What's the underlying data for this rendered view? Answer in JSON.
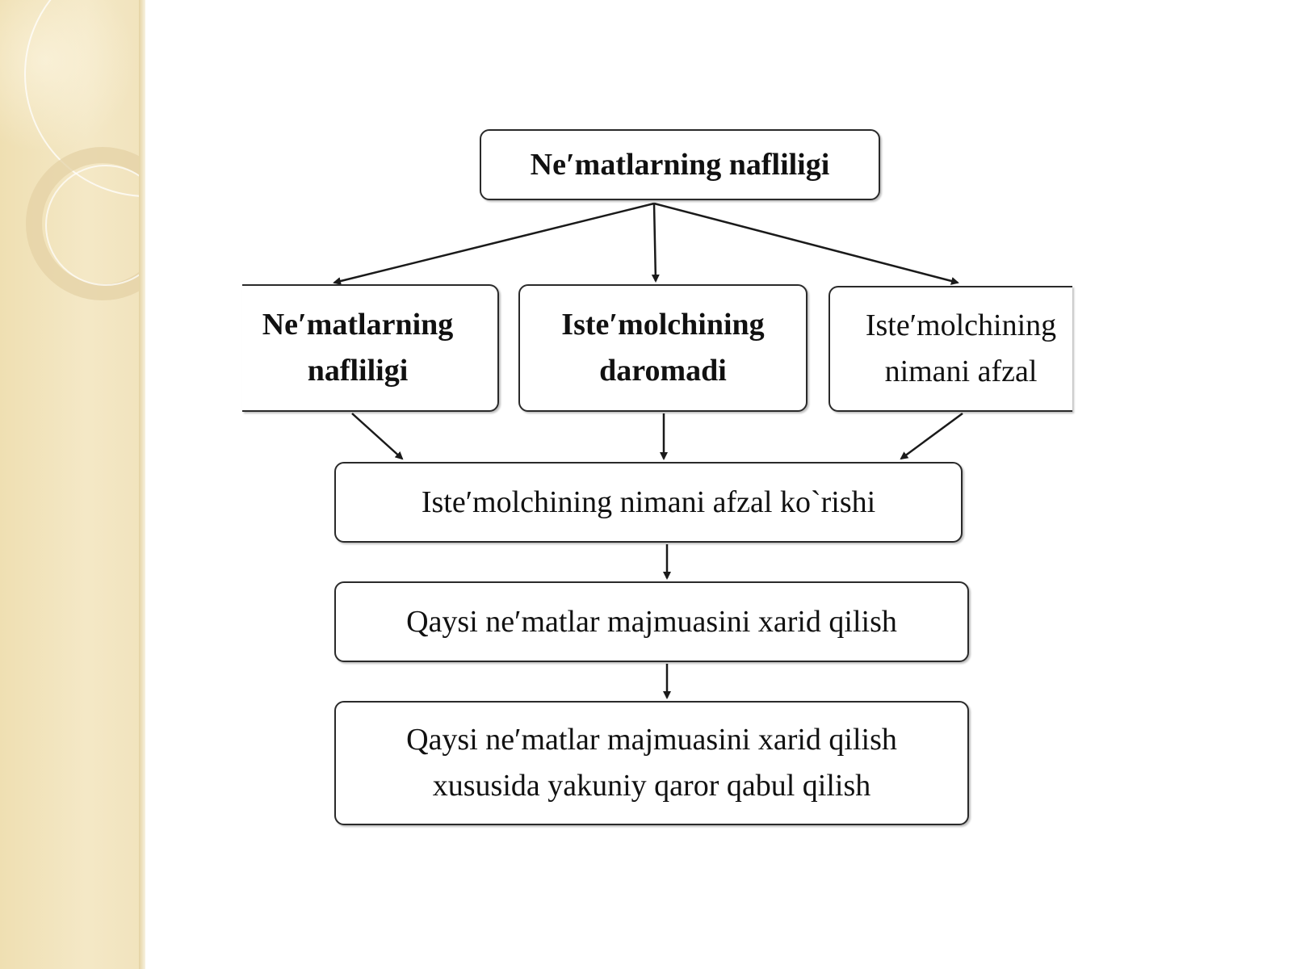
{
  "diagram": {
    "nodes": {
      "top": "Neʹmatlarning nafliligi",
      "left": "Neʹmatlarning\nnafliligi",
      "center": "Isteʹmolchining\ndaromadi",
      "right": "Isteʹmolchining\nnimani afzal",
      "preference": "Isteʹmolchining nimani afzal ko`rishi",
      "which_goods": "Qaysi  neʹmatlar  majmuasini xarid  qilish",
      "final_decision": "Qaysi  neʹmatlar  majmuasini xarid  qilish\nxususida yakuniy qaror qabul  qilish"
    },
    "edges": [
      {
        "from": "top",
        "to": "left"
      },
      {
        "from": "top",
        "to": "center"
      },
      {
        "from": "top",
        "to": "right"
      },
      {
        "from": "left",
        "to": "preference"
      },
      {
        "from": "center",
        "to": "preference"
      },
      {
        "from": "right",
        "to": "preference"
      },
      {
        "from": "preference",
        "to": "which_goods"
      },
      {
        "from": "which_goods",
        "to": "final_decision"
      }
    ]
  },
  "colors": {
    "side_panel": "#efdfb2",
    "box_border": "#2a2a2a",
    "arrow": "#1a1a1a",
    "text": "#111111"
  }
}
